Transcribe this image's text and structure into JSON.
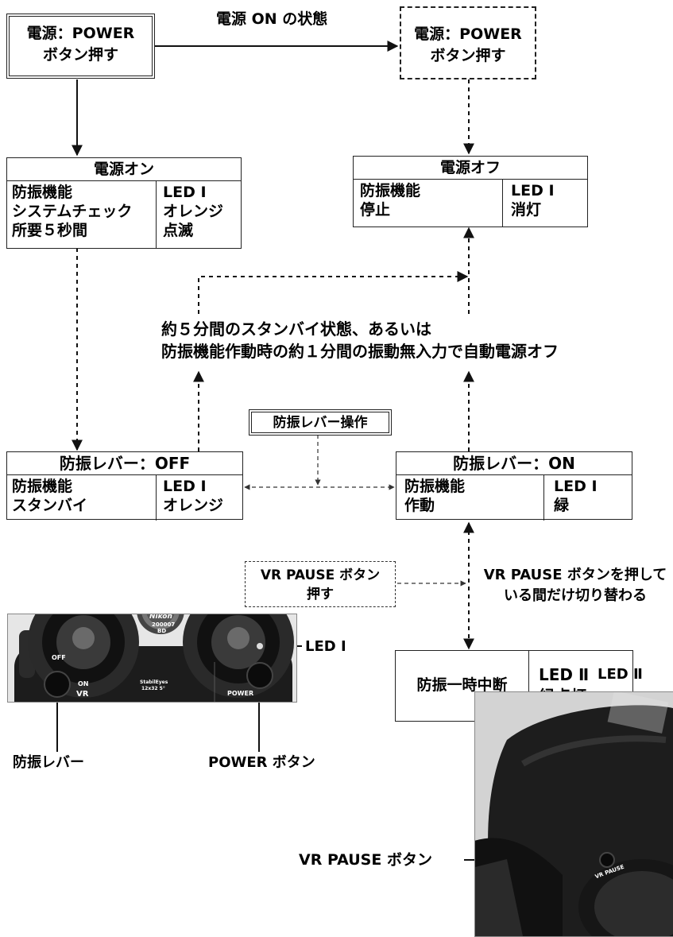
{
  "power_on_state_label": "電源 ON の状態",
  "left_power_box": {
    "line1": "電源：POWER",
    "line2": "ボタン押す"
  },
  "right_power_box": {
    "line1": "電源：POWER",
    "line2": "ボタン押す"
  },
  "power_on_box": {
    "title": "電源オン",
    "left_lines": [
      "防振機能",
      "システムチェック",
      "所要５秒間"
    ],
    "right_lines": [
      "LED Ⅰ",
      "オレンジ",
      "点滅"
    ]
  },
  "power_off_box": {
    "title": "電源オフ",
    "left_lines": [
      "防振機能",
      "停止"
    ],
    "right_lines": [
      "LED Ⅰ",
      "消灯"
    ]
  },
  "auto_off_text": {
    "line1": "約５分間のスタンバイ状態、あるいは",
    "line2": "防振機能作動時の約１分間の振動無入力で自動電源オフ"
  },
  "lever_operation_label": "防振レバー操作",
  "lever_off_box": {
    "title": "防振レバー：OFF",
    "left_lines": [
      "防振機能",
      "スタンバイ"
    ],
    "right_lines": [
      "LED Ⅰ",
      "オレンジ"
    ]
  },
  "lever_on_box": {
    "title": "防振レバー：ON",
    "left_lines": [
      "防振機能",
      "作動"
    ],
    "right_lines": [
      "LED Ⅰ",
      "緑"
    ]
  },
  "vr_pause_press_box": {
    "line1": "VR PAUSE ボタン",
    "line2": "押す"
  },
  "vr_pause_note": {
    "line1": "VR PAUSE ボタンを押して",
    "line2": "いる間だけ切り替わる"
  },
  "pause_box": {
    "left": "防振一時中断",
    "right_line1": "LED Ⅱ",
    "right_line2": "緑点灯"
  },
  "photo_left": {
    "brand": "Nikon",
    "eyepiece_small": [
      "200007",
      "BD"
    ],
    "switch_off": "OFF",
    "switch_on": "ON",
    "switch_vr": "VR",
    "model": [
      "StabilEyes",
      "12x32 5°"
    ],
    "power_text": "POWER"
  },
  "callouts": {
    "led1": "LED Ⅰ",
    "vr_lever": "防振レバー",
    "power_button": "POWER ボタン",
    "led2": "LED Ⅱ",
    "vr_pause_button": "VR PAUSE ボタン"
  },
  "photo_right": {
    "body_text": "VR PAUSE"
  }
}
